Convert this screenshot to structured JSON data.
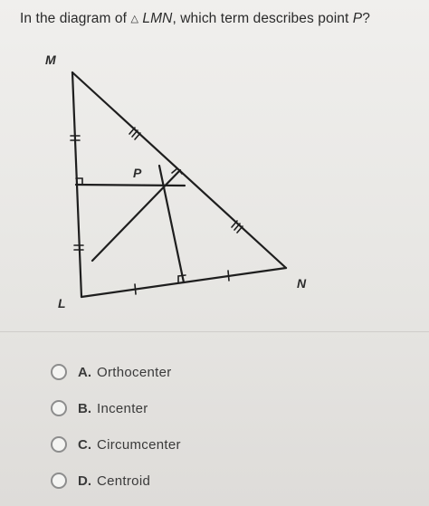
{
  "question": {
    "prefix": "In the diagram of ",
    "triangle_symbol": "△",
    "triangle_name": "LMN",
    "middle": ", which term describes point ",
    "point": "P",
    "suffix": "?"
  },
  "diagram": {
    "labels": {
      "M": "M",
      "L": "L",
      "N": "N",
      "P": "P"
    }
  },
  "options": [
    {
      "letter": "A.",
      "text": "Orthocenter"
    },
    {
      "letter": "B.",
      "text": "Incenter"
    },
    {
      "letter": "C.",
      "text": "Circumcenter"
    },
    {
      "letter": "D.",
      "text": "Centroid"
    }
  ]
}
